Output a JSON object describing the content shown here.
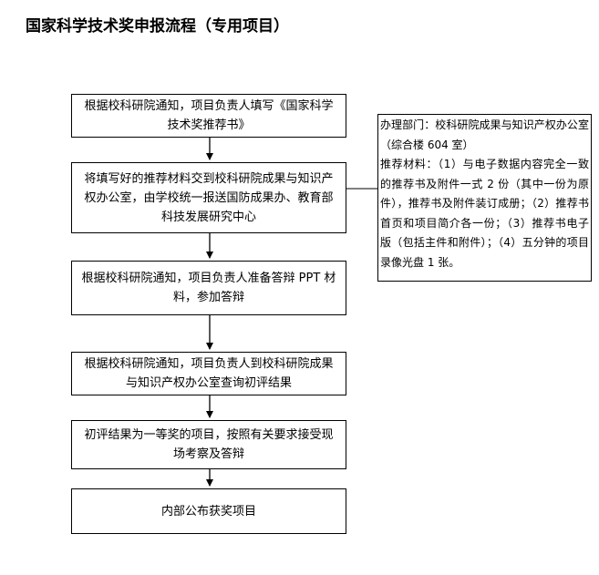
{
  "title": "国家科学技术奖申报流程（专用项目）",
  "steps": [
    "根据校科研院通知，项目负责人填写《国家科学技术奖推荐书》",
    "将填写好的推荐材料交到校科研院成果与知识产权办公室，由学校统一报送国防成果办、教育部科技发展研究中心",
    "根据校科研院通知，项目负责人准备答辩 PPT 材料，参加答辩",
    "根据校科研院通知，项目负责人到校科研院成果与知识产权办公室查询初评结果",
    "初评结果为一等奖的项目，按照有关要求接受现场考察及答辩",
    "内部公布获奖项目"
  ],
  "note": {
    "office": "办理部门：校科研院成果与知识产权办公室（综合楼 604 室）",
    "materials": "推荐材料：（1）与电子数据内容完全一致的推荐书及附件一式 2 份（其中一份为原件），推荐书及附件装订成册；（2）推荐书首页和项目简介各一份；（3）推荐书电子版（包括主件和附件）；（4）五分钟的项目录像光盘 1 张。"
  }
}
